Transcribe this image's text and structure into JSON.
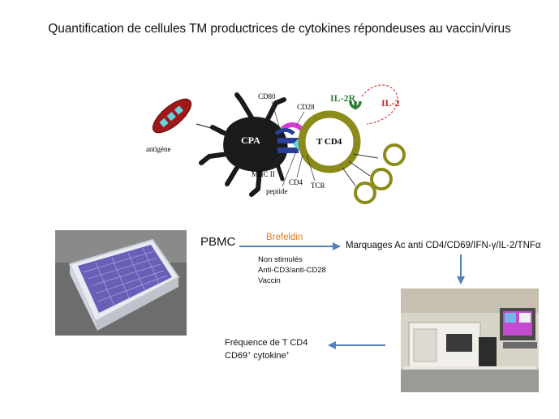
{
  "title": "Quantification de cellules TM productrices de cytokines répondeuses au vaccin/virus",
  "schema": {
    "antigen": "antigène",
    "apc": "CPA",
    "cd80": "CD80",
    "cd28": "CD28",
    "il2r": "IL-2R",
    "il2": "IL-2",
    "tcell": "T CD4",
    "mhc2": "MHC II",
    "peptide": "peptide",
    "cd4": "CD4",
    "tcr": "TCR"
  },
  "protocol": {
    "source": "PBMC",
    "drug": "Brefeldin",
    "conditions": [
      "Non stimulés",
      "Anti-CD3/anti-CD28",
      "Vaccin"
    ],
    "marking": "Marquages Ac anti CD4/CD69/IFN-γ/IL-2/TNFα",
    "freq_line1": "Fréquence de T CD4",
    "freq_line2_a": "CD69",
    "freq_line2_sup1": "+",
    "freq_line2_b": " cytokine",
    "freq_line2_sup2": "+"
  },
  "colors": {
    "arrow": "#4f81bd",
    "drug": "#e07a1f",
    "il2r": "#2e7d32",
    "il2": "#c62828",
    "tcell_ring": "#8b8b1a",
    "apc": "#1a1a1a",
    "antigen": "#a01818",
    "cd28": "#d63bd6"
  }
}
